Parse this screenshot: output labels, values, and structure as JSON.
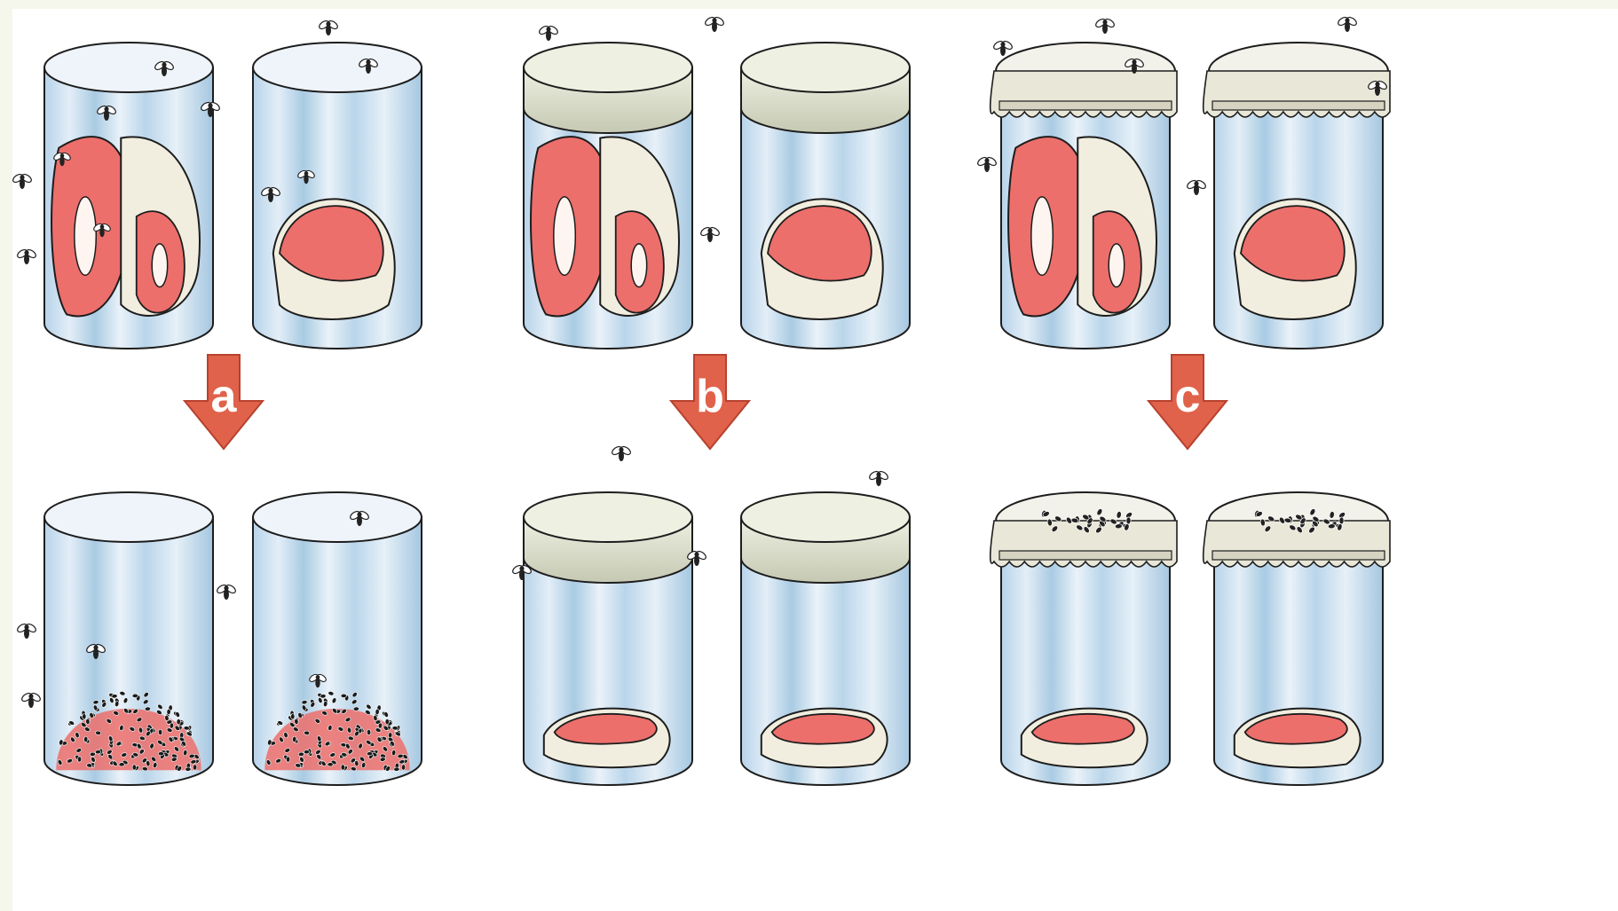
{
  "experiment": {
    "groups": [
      {
        "label": "a",
        "cover": "open"
      },
      {
        "label": "b",
        "cover": "lid"
      },
      {
        "label": "c",
        "cover": "gauze"
      }
    ]
  },
  "colors": {
    "background": "#f6f7ec",
    "panel": "#ffffff",
    "glass": "#dbe9f4",
    "glass_stripe": "#a9cbe3",
    "meat": "#ec6f6b",
    "fat": "#f1eedf",
    "lid": "#d9dcc8",
    "arrow": "#e0624a",
    "arrow_label": "#ffffff",
    "outline": "#1d1d1d"
  },
  "icons": [
    "fly-icon",
    "maggot-icon",
    "down-arrow-icon",
    "meat-icon",
    "jar-icon"
  ]
}
